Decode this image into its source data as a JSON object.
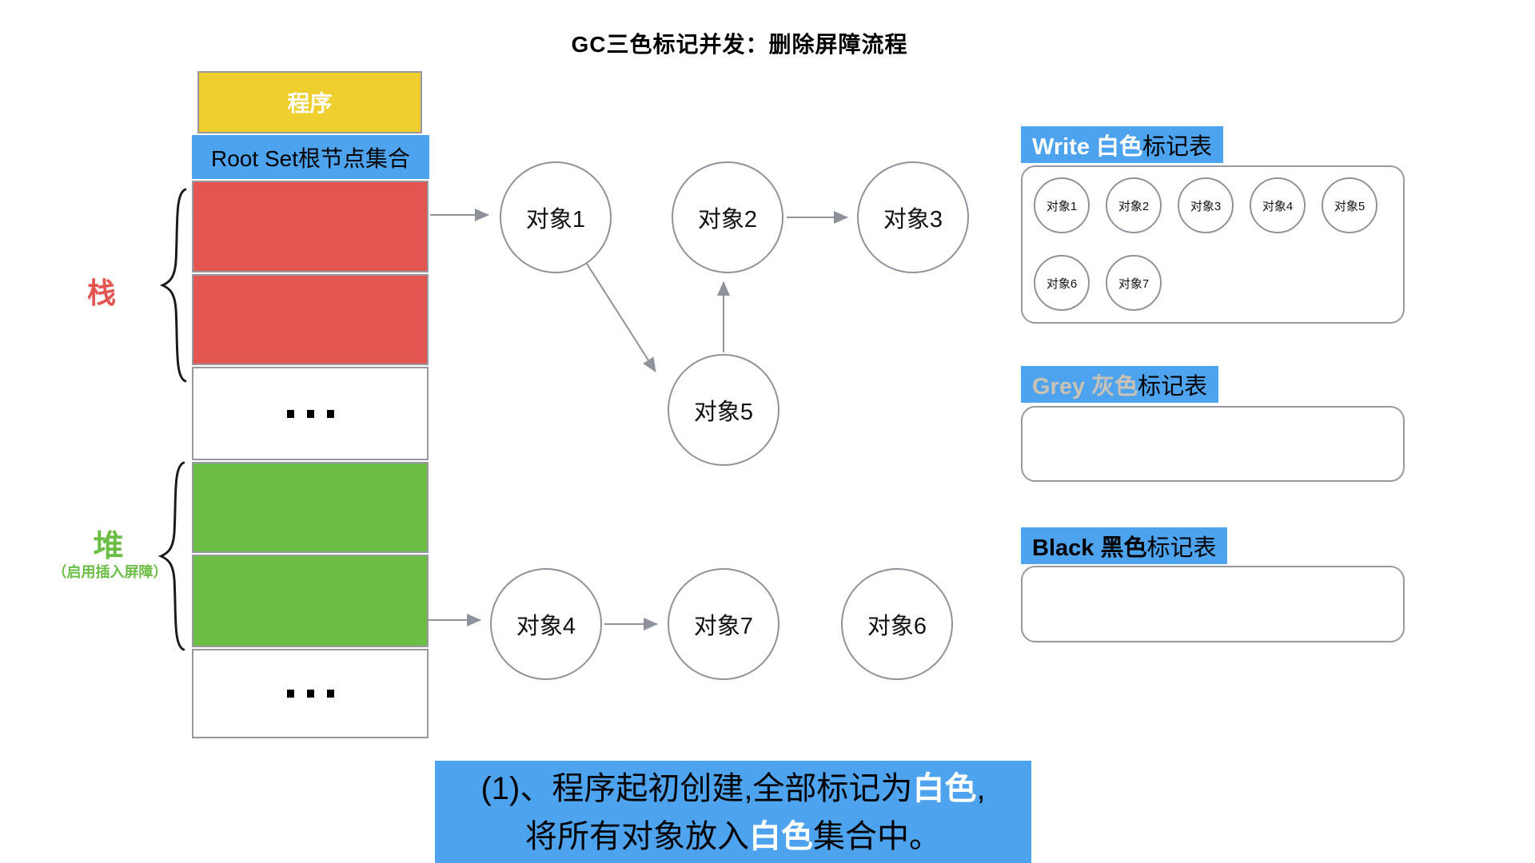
{
  "palette": {
    "blue": "#4EA3EF",
    "yellow": "#EFCE2F",
    "red": "#E25551",
    "green": "#6BBE44",
    "grey-text": "#C9C2B5",
    "line": "#8E939B",
    "border": "#97999E"
  },
  "title": "GC三色标记并发：删除屏障流程",
  "memory": {
    "program": "程序",
    "root_set": "Root Set根节点集合",
    "stack_label": "栈",
    "heap_label": "堆",
    "heap_note": "（启用插入屏障）",
    "ellipsis": "..."
  },
  "graph": {
    "nodes": [
      {
        "id": "n1",
        "label": "对象1"
      },
      {
        "id": "n2",
        "label": "对象2"
      },
      {
        "id": "n3",
        "label": "对象3"
      },
      {
        "id": "n5",
        "label": "对象5"
      },
      {
        "id": "n4",
        "label": "对象4"
      },
      {
        "id": "n7",
        "label": "对象7"
      },
      {
        "id": "n6",
        "label": "对象6"
      }
    ],
    "edges": [
      {
        "from": "Root Set(栈)",
        "to": "对象1"
      },
      {
        "from": "对象1",
        "to": "对象5"
      },
      {
        "from": "对象5",
        "to": "对象2"
      },
      {
        "from": "对象2",
        "to": "对象3"
      },
      {
        "from": "堆",
        "to": "对象4"
      },
      {
        "from": "对象4",
        "to": "对象7"
      }
    ]
  },
  "tables": [
    {
      "title_strong": "Write 白色",
      "title_rest": "标记表",
      "items": [
        "对象1",
        "对象2",
        "对象3",
        "对象4",
        "对象5",
        "对象6",
        "对象7"
      ]
    },
    {
      "title_strong": "Grey 灰色",
      "title_rest": "标记表",
      "items": []
    },
    {
      "title_strong": "Black 黑色",
      "title_rest": "标记表",
      "items": []
    }
  ],
  "caption": {
    "l1_pre": "(1)、程序起初创建,全部标记为",
    "l1_white": "白色",
    "l1_post": ",",
    "l2_pre": "将所有对象放入",
    "l2_white": "白色",
    "l2_post": "集合中。"
  }
}
